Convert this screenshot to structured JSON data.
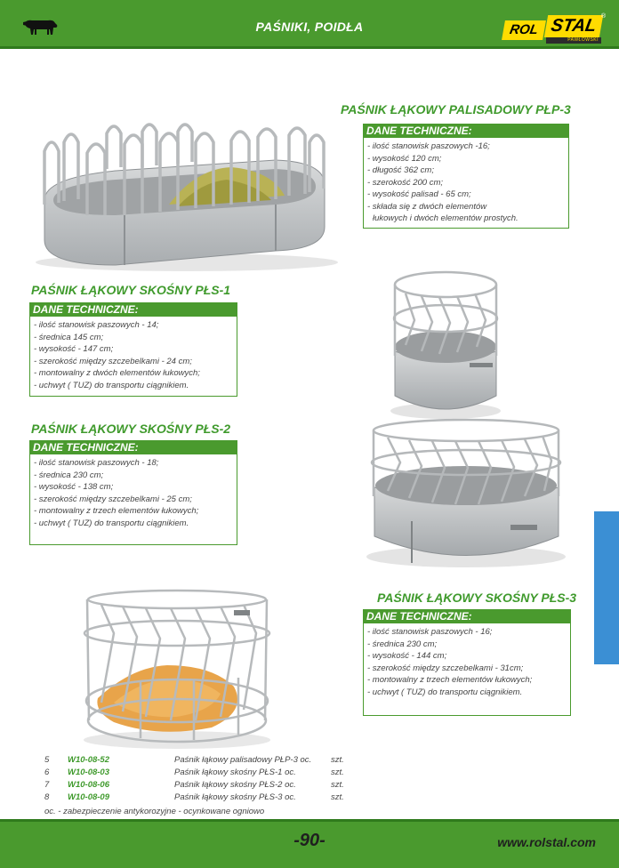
{
  "header": {
    "title": "PAŚNIKI, POIDŁA"
  },
  "logo": {
    "left": "ROL",
    "right": "STAL",
    "sub": "PAWŁOWSKI",
    "reg": "®"
  },
  "products": [
    {
      "title": "PAŚNIK ŁĄKOWY PALISADOWY PŁP-3",
      "spec_header": "DANE TECHNICZNE:",
      "specs": [
        "- ilość stanowisk paszowych -16;",
        "- wysokość 120 cm;",
        "- długość 362 cm;",
        "- szerokość 200 cm;",
        "- wysokość palisad - 65 cm;",
        "- składa się z dwóch elementów",
        "  łukowych i dwóch elementów prostych."
      ]
    },
    {
      "title": "PAŚNIK ŁĄKOWY SKOŚNY PŁS-1",
      "spec_header": "DANE TECHNICZNE:",
      "specs": [
        "- ilość stanowisk paszowych - 14;",
        "- średnica 145 cm;",
        "- wysokość  - 147 cm;",
        "- szerokość między szczebelkami - 24 cm;",
        "- montowalny z dwóch elementów łukowych;",
        "- uchwyt ( TUZ) do transportu ciągnikiem."
      ]
    },
    {
      "title": "PAŚNIK ŁĄKOWY SKOŚNY PŁS-2",
      "spec_header": "DANE TECHNICZNE:",
      "specs": [
        "- ilość stanowisk paszowych - 18;",
        "- średnica 230 cm;",
        "- wysokość  - 138 cm;",
        "- szerokość między szczebelkami - 25 cm;",
        "- montowalny z trzech elementów łukowych;",
        "- uchwyt ( TUZ) do transportu ciągnikiem."
      ]
    },
    {
      "title": "PAŚNIK ŁĄKOWY SKOŚNY PŁS-3",
      "spec_header": "DANE TECHNICZNE:",
      "specs": [
        "- ilość stanowisk paszowych - 16;",
        "- średnica 230 cm;",
        "- wysokość  - 144 cm;",
        "- szerokość między szczebelkami - 31cm;",
        "- montowalny z trzech elementów łukowych;",
        "- uchwyt ( TUZ) do transportu ciągnikiem."
      ]
    }
  ],
  "codes": [
    {
      "num": "5",
      "code": "W10-08-52",
      "name": "Paśnik łąkowy palisadowy PŁP-3 oc.",
      "unit": "szt."
    },
    {
      "num": "6",
      "code": "W10-08-03",
      "name": "Paśnik łąkowy skośny PŁS-1 oc.",
      "unit": "szt."
    },
    {
      "num": "7",
      "code": "W10-08-06",
      "name": "Paśnik łąkowy skośny PŁS-2 oc.",
      "unit": "szt."
    },
    {
      "num": "8",
      "code": "W10-08-09",
      "name": "Paśnik łąkowy skośny PŁS-3 oc.",
      "unit": "szt."
    }
  ],
  "note": "oc. -  zabezpieczenie antykorozyjne - ocynkowane ogniowo",
  "footer": {
    "page": "-90-",
    "website": "www.rolstal.com"
  },
  "colors": {
    "brand_green": "#4a9a2e",
    "title_green": "#3f9a2c",
    "logo_yellow": "#ffdc00",
    "side_tab_blue": "#3b8fd4"
  }
}
